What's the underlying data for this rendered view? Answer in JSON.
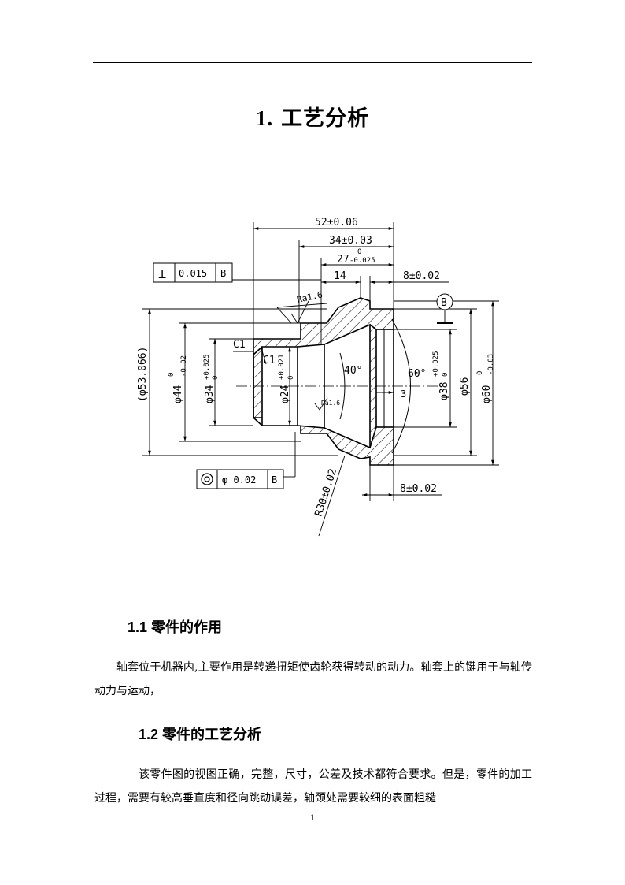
{
  "title": {
    "number": "1.",
    "text": "工艺分析"
  },
  "drawing": {
    "dims": {
      "d52": "52±0.06",
      "d34": "34±0.03",
      "d27_base": "27",
      "d27_upper": "0",
      "d27_lower": "-0.025",
      "d14": "14",
      "d8_top": "8±0.02",
      "d8_bottom": "8±0.02",
      "d3": "3",
      "r30": "R30±0.02",
      "c1_outer": "C1",
      "c1_inner": "C1",
      "ra_top": "Ra1.6",
      "ra_inner": "Ra1.6",
      "ang40": "40°",
      "ang60": "60°",
      "phi53": "(φ53.066)",
      "phi44_base": "φ44",
      "phi44_upper": "0",
      "phi44_lower": "-0.02",
      "phi34_base": "φ34",
      "phi34_upper": "+0.025",
      "phi34_lower": "0",
      "phi24_base": "φ24",
      "phi24_upper": "+0.021",
      "phi24_lower": "0",
      "phi38_base": "φ38",
      "phi38_upper": "+0.025",
      "phi38_lower": "0",
      "phi56": "φ56",
      "phi60_base": "φ60",
      "phi60_upper": "0",
      "phi60_lower": "-0.03"
    },
    "gdt_perp": {
      "symbol": "⊥",
      "value": "0.015",
      "datum": "B"
    },
    "gdt_conc": {
      "symbol": "◎",
      "value": "φ 0.02",
      "datum": "B"
    },
    "datum_label": "B"
  },
  "sections": [
    {
      "heading": "1.1 零件的作用",
      "text": "轴套位于机器内,主要作用是转递扭矩使齿轮获得转动的动力。轴套上的键用于与轴传动力与运动，"
    },
    {
      "heading": "1.2 零件的工艺分析",
      "text": "该零件图的视图正确，完整，尺寸，公差及技术都符合要求。但是，零件的加工过程，需要有较高垂直度和径向跳动误差，轴颈处需要较细的表面粗糙"
    }
  ],
  "page_number": "1"
}
